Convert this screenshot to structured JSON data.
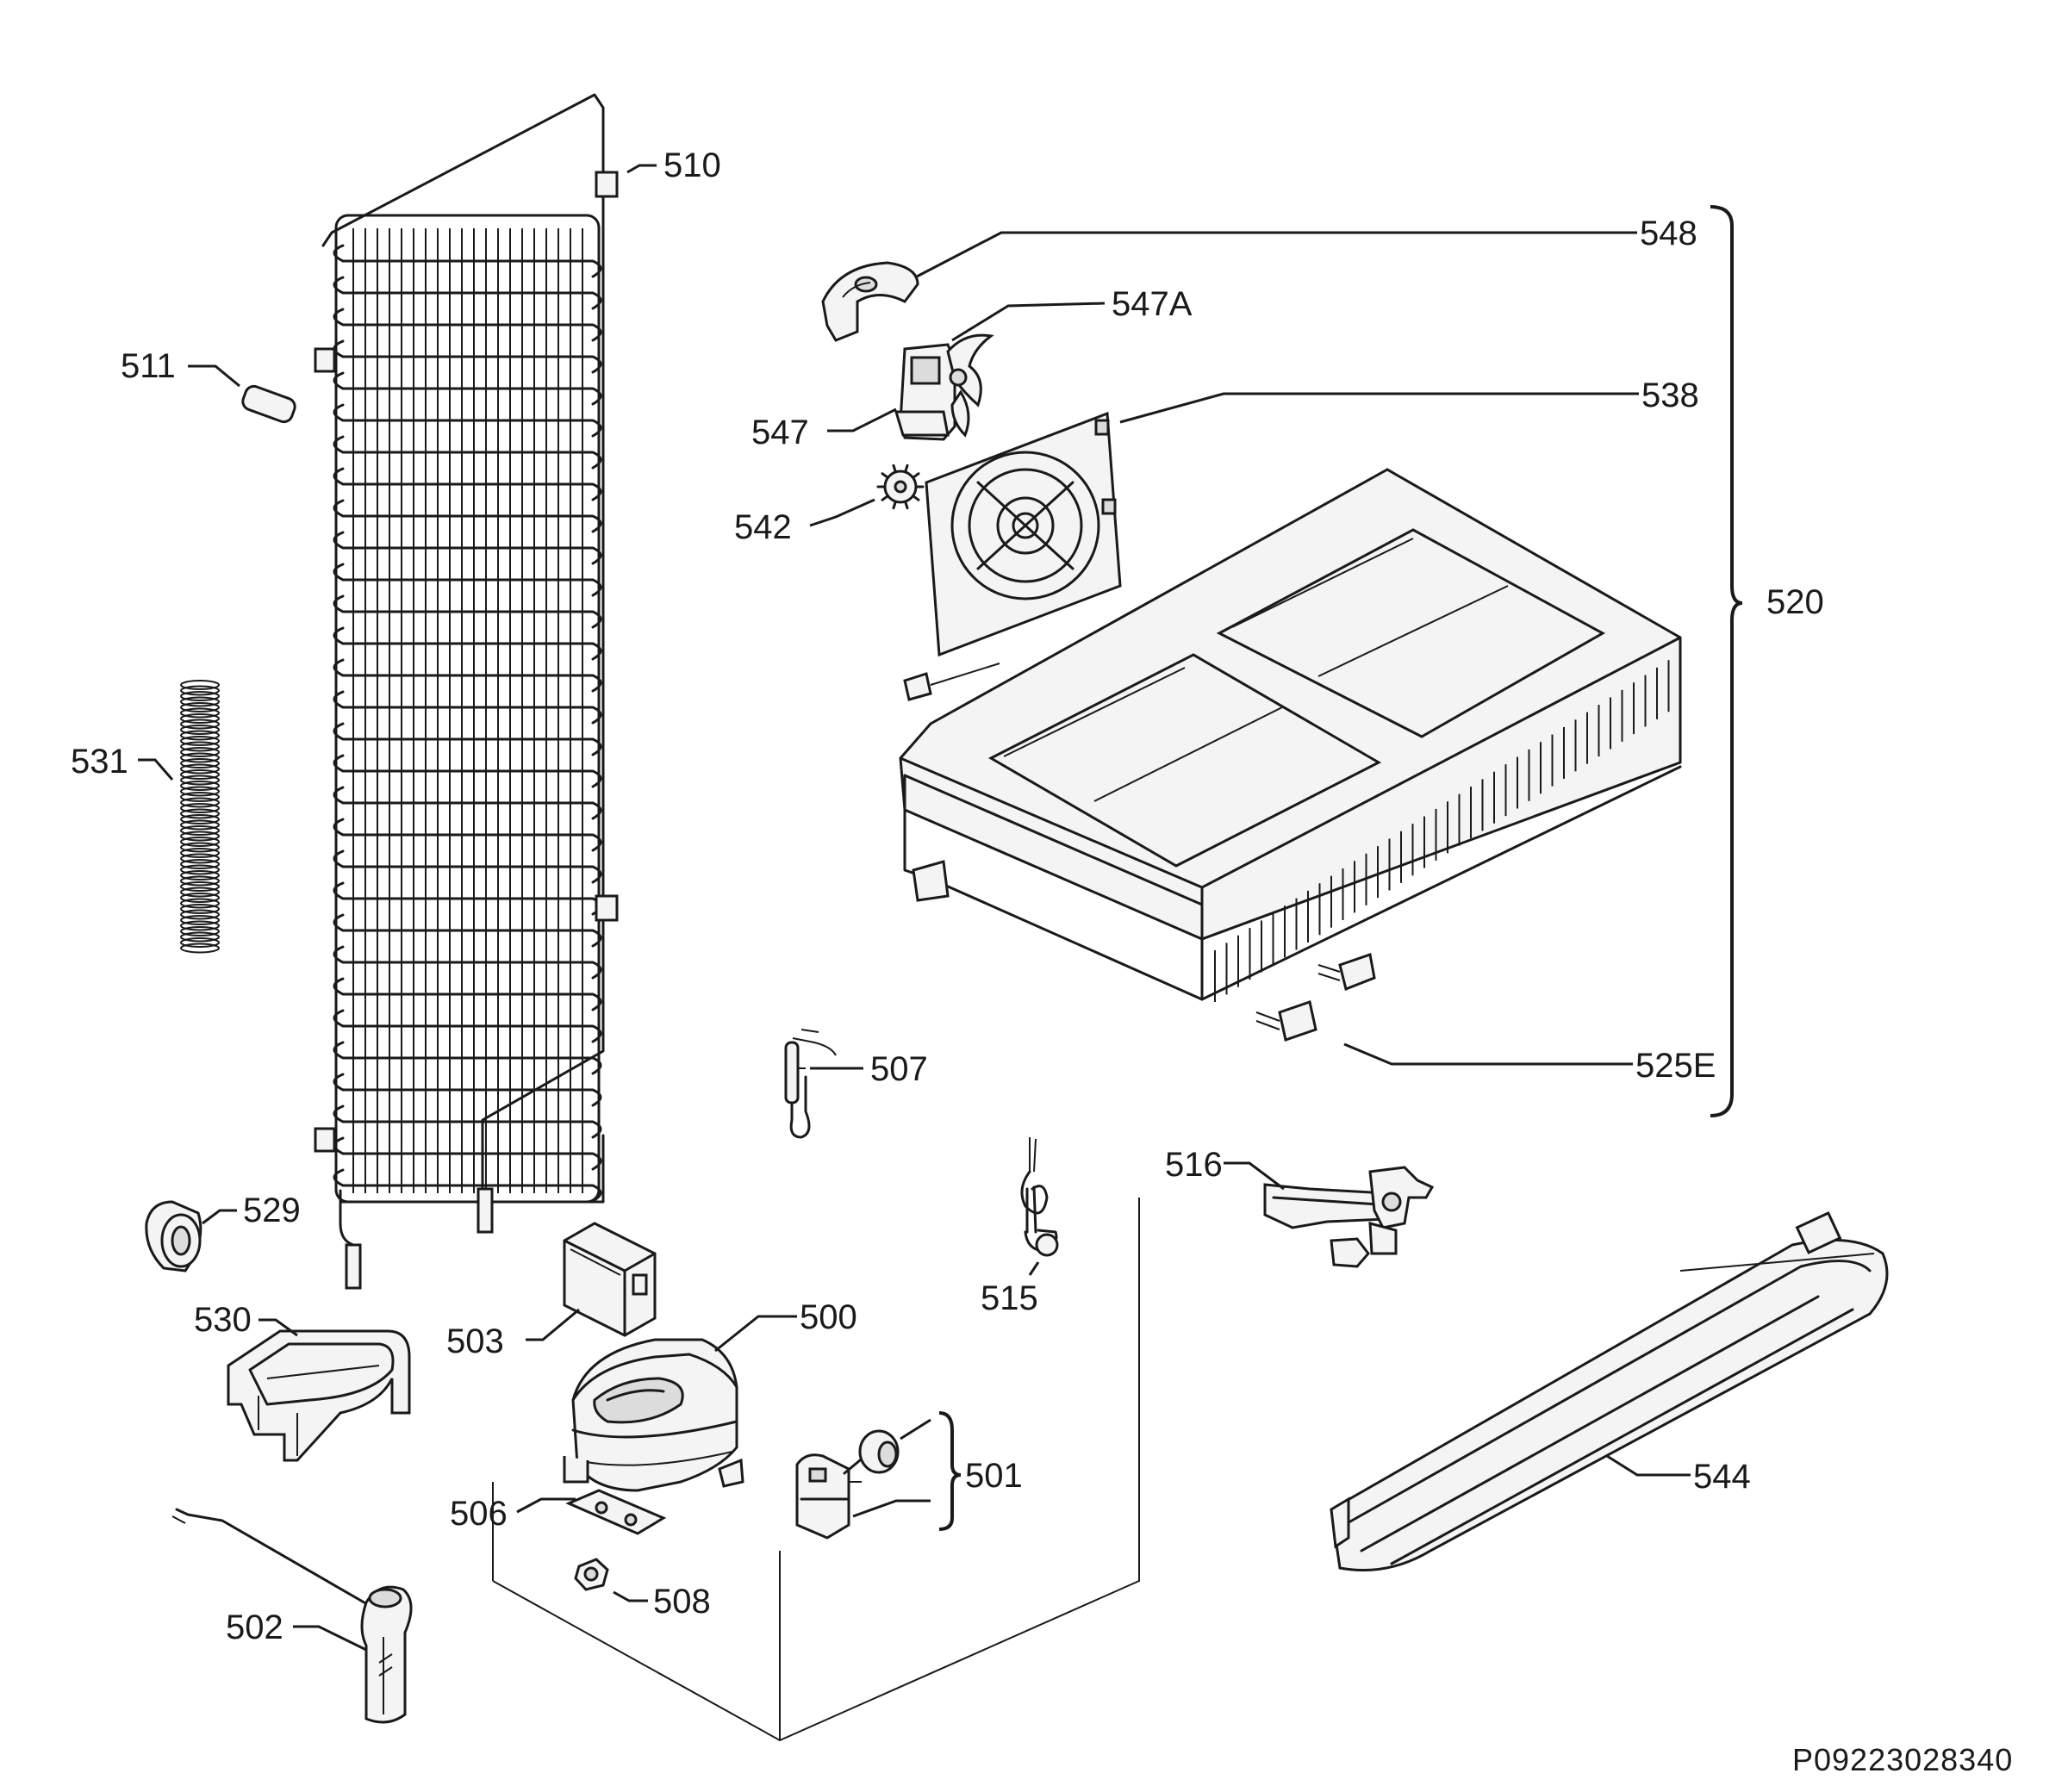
{
  "document_code": "P09223028340",
  "parts": [
    {
      "id": "p510",
      "number": "510"
    },
    {
      "id": "p511",
      "number": "511"
    },
    {
      "id": "p531",
      "number": "531"
    },
    {
      "id": "p529",
      "number": "529"
    },
    {
      "id": "p530",
      "number": "530"
    },
    {
      "id": "p502",
      "number": "502"
    },
    {
      "id": "p503",
      "number": "503"
    },
    {
      "id": "p500",
      "number": "500"
    },
    {
      "id": "p506",
      "number": "506"
    },
    {
      "id": "p508",
      "number": "508"
    },
    {
      "id": "p501",
      "number": "501"
    },
    {
      "id": "p507",
      "number": "507"
    },
    {
      "id": "p515",
      "number": "515"
    },
    {
      "id": "p516",
      "number": "516"
    },
    {
      "id": "p544",
      "number": "544"
    },
    {
      "id": "p548",
      "number": "548"
    },
    {
      "id": "p547A",
      "number": "547A"
    },
    {
      "id": "p547",
      "number": "547"
    },
    {
      "id": "p542",
      "number": "542"
    },
    {
      "id": "p538",
      "number": "538"
    },
    {
      "id": "p520",
      "number": "520"
    },
    {
      "id": "p525E",
      "number": "525E"
    }
  ]
}
